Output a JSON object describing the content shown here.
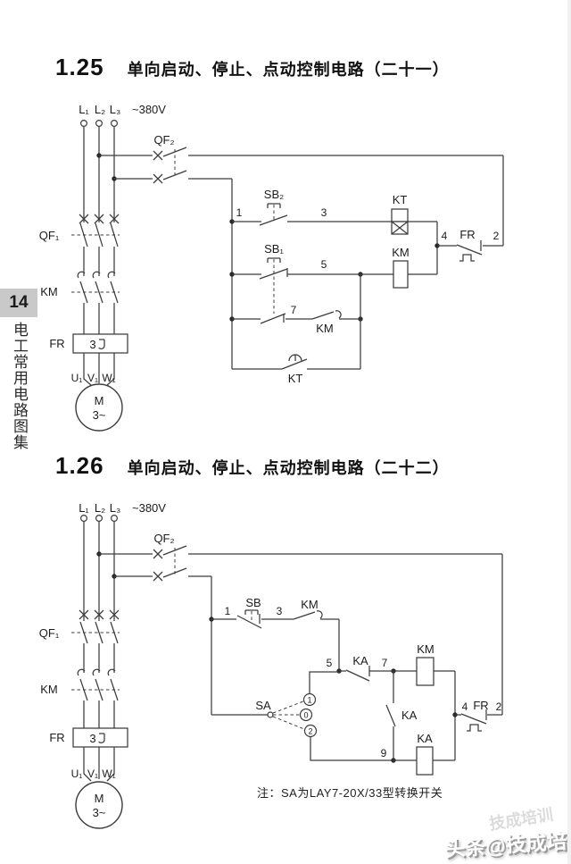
{
  "page": {
    "sidebar": {
      "page_number": "14",
      "book_title": "电工常用电路图集"
    },
    "sections": [
      {
        "number": "1.25",
        "title": "单向启动、停止、点动控制电路（二十一）"
      },
      {
        "number": "1.26",
        "title": "单向启动、停止、点动控制电路（二十二）"
      }
    ],
    "note": "注：SA为LAY7-20X/33型转换开关",
    "watermark": "头条@技成培训",
    "watermark_ghost": "技成培训"
  },
  "circuit1": {
    "l1": "L₁",
    "l2": "L₂",
    "l3": "L₃",
    "voltage": "~380V",
    "qf2": "QF₂",
    "qf1": "QF₁",
    "km_main": "KM",
    "fr": "FR",
    "fr_poles": "3",
    "u1": "U₁",
    "v1": "V₁",
    "w1": "W₁",
    "motor": "M",
    "motor_type": "3~",
    "n1": "1",
    "n3": "3",
    "n5": "5",
    "n7": "7",
    "n4": "4",
    "n2": "2",
    "sb2": "SB₂",
    "sb1": "SB₁",
    "kt_coil": "KT",
    "kt_contact": "KT",
    "km_coil": "KM",
    "km_aux": "KM",
    "fr_contact": "FR"
  },
  "circuit2": {
    "l1": "L₁",
    "l2": "L₂",
    "l3": "L₃",
    "voltage": "~380V",
    "qf2": "QF₂",
    "qf1": "QF₁",
    "km_main": "KM",
    "fr": "FR",
    "fr_poles": "3",
    "u1": "U₁",
    "v1": "V₁",
    "w1": "W₁",
    "motor": "M",
    "motor_type": "3~",
    "n1": "1",
    "n3": "3",
    "n5": "5",
    "n7": "7",
    "n9": "9",
    "n4": "4",
    "n2": "2",
    "sb": "SB",
    "km_no": "KM",
    "ka_nc": "KA",
    "km_coil": "KM",
    "ka_no": "KA",
    "ka_coil": "KA",
    "sa": "SA",
    "pos1": "1",
    "pos0": "0",
    "pos2": "2",
    "fr_contact": "FR"
  }
}
